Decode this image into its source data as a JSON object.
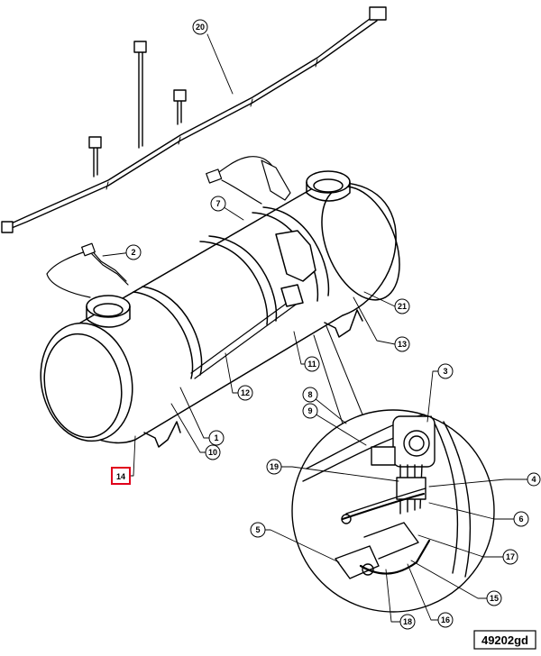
{
  "figure_id": "49202gd",
  "highlighted_callout": "14",
  "callouts": [
    "20",
    "2",
    "7",
    "21",
    "13",
    "11",
    "12",
    "1",
    "10",
    "14",
    "3",
    "8",
    "9",
    "19",
    "4",
    "6",
    "5",
    "17",
    "15",
    "18",
    "16"
  ],
  "colors": {
    "highlight": "#e0001b",
    "ink": "#000000",
    "background": "#ffffff"
  }
}
